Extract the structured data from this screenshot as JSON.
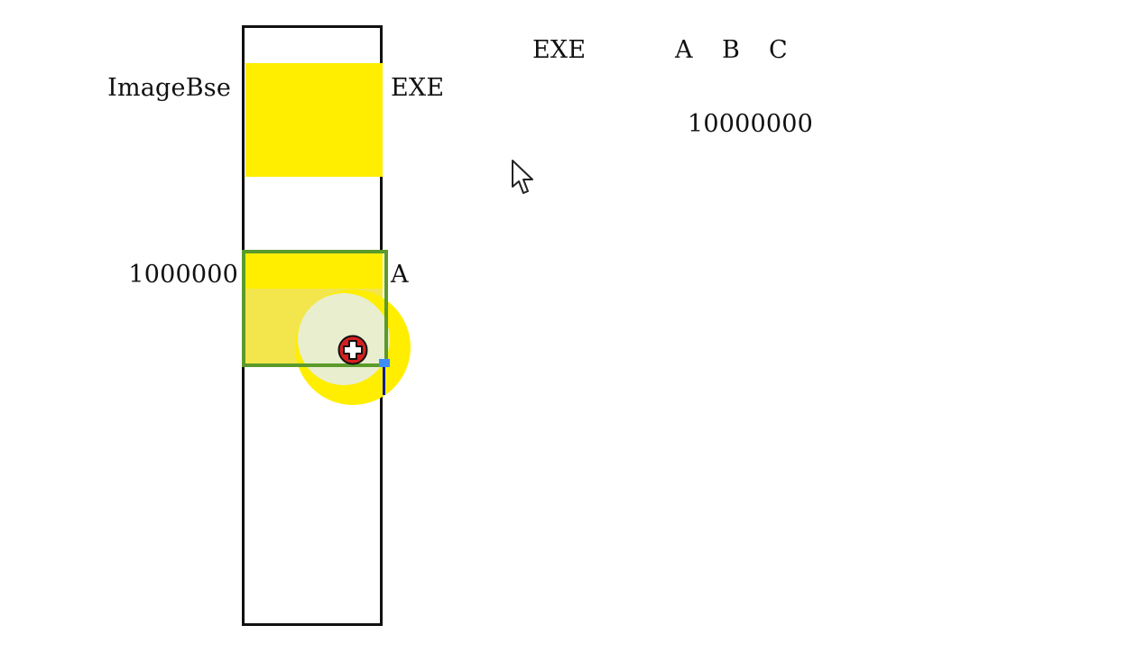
{
  "diagram": {
    "left_labels": {
      "imagebase": "ImageBse",
      "a_address": "1000000"
    },
    "right_labels": {
      "exe": "EXE",
      "a": "A"
    },
    "top_labels": {
      "exe": "EXE",
      "a": "A",
      "b": "B",
      "c": "C",
      "address": "10000000"
    },
    "colors": {
      "border": "#111111",
      "module_fill": "#ffee00",
      "selection_border": "#5b9a2b",
      "highlight_center": "#e6eedf",
      "drag_edge": "#0a1d9b",
      "drag_corner": "#3d8dff",
      "cursor_red": "#d81f1f"
    },
    "icons": {
      "crosshair": "crosshair-icon",
      "pointer": "mouse-pointer-icon"
    }
  }
}
